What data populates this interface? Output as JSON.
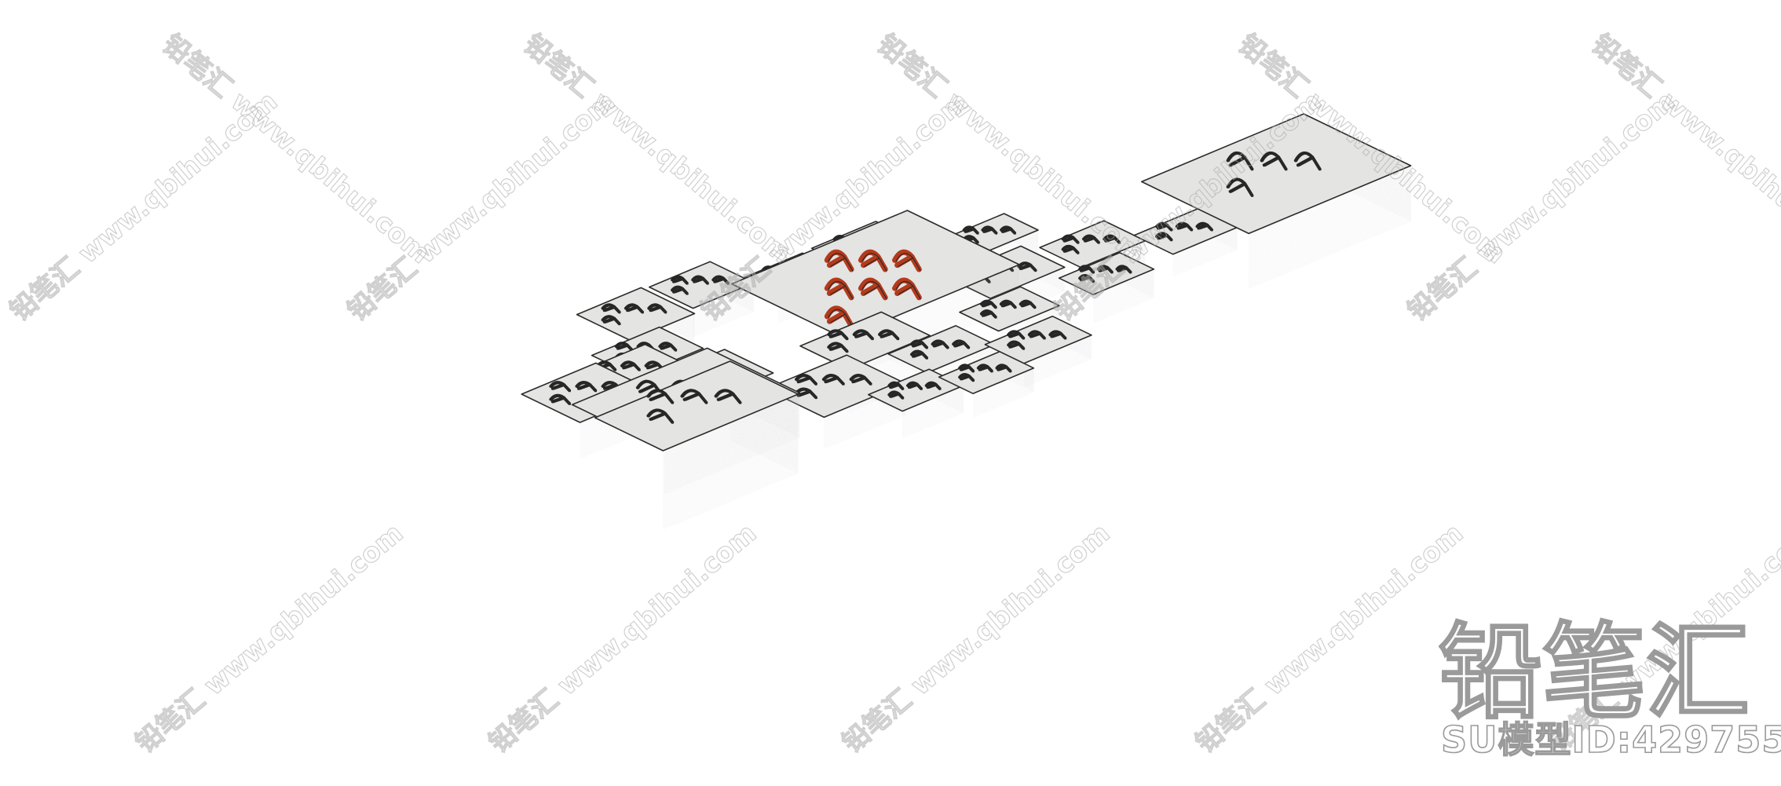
{
  "watermark": {
    "brand": "铅笔汇",
    "site": "www.qbihui.com",
    "repeated": "铅笔汇 www.qbihui.com"
  },
  "branding": {
    "logo_text": "铅笔汇",
    "model_id_label": "SU模型ID:429755"
  },
  "model": {
    "description_hidden": "",
    "block_fill": "#e4e4e2",
    "block_side": "#cfcfcc",
    "block_side_dark": "#b9b9b6",
    "outline": "#2b2b2b",
    "engraving_red": "#b33a1c",
    "engraving_black": "#262626"
  }
}
